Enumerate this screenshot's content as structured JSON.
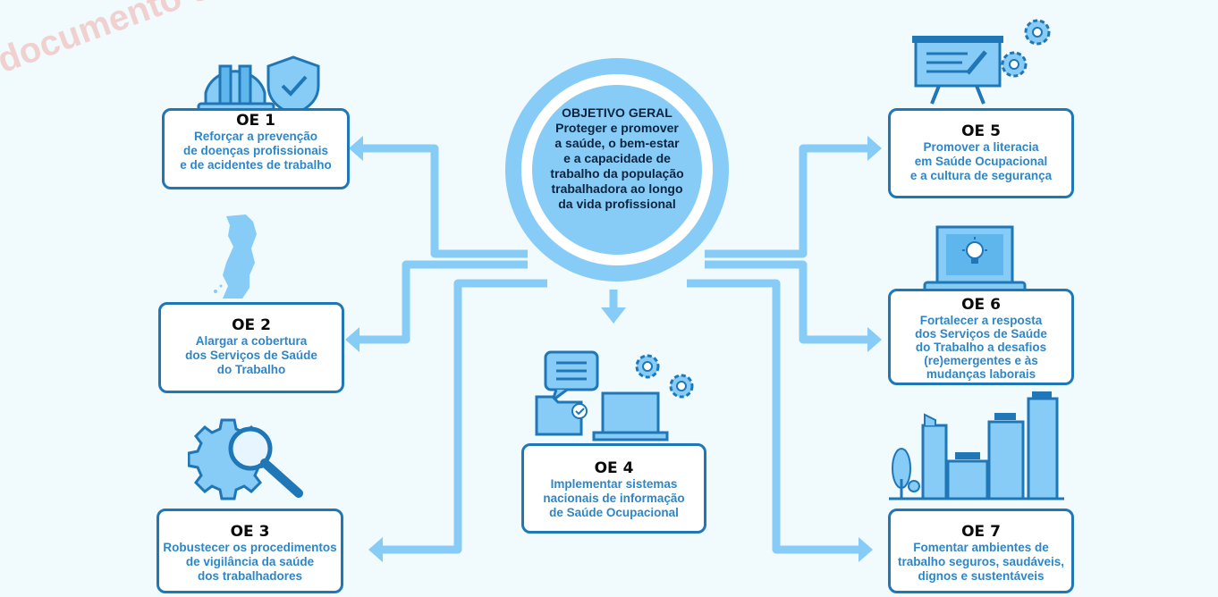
{
  "watermark": "e documento corresp",
  "center": {
    "title": "OBJETIVO GERAL",
    "body": "Proteger e promover\na saúde, o bem-estar\ne a capacidade de\ntrabalho da população\ntrabalhadora ao longo\nda vida profissional"
  },
  "objectives": [
    {
      "code": "OE 1",
      "text": "Reforçar a prevenção\nde doenças profissionais\ne de acidentes de trabalho",
      "icon": "helmet-shield-icon"
    },
    {
      "code": "OE 2",
      "text": "Alargar a cobertura\ndos Serviços de Saúde\ndo Trabalho",
      "icon": "portugal-map-icon"
    },
    {
      "code": "OE 3",
      "text": "Robustecer os procedimentos\nde vigilância da saúde\ndos trabalhadores",
      "icon": "gear-magnifier-icon"
    },
    {
      "code": "OE 4",
      "text": "Implementar sistemas\nnacionais de informação\nde Saúde Ocupacional",
      "icon": "laptop-folder-chat-icon"
    },
    {
      "code": "OE 5",
      "text": "Promover a literacia\nem Saúde Ocupacional\ne a cultura de segurança",
      "icon": "presentation-board-icon"
    },
    {
      "code": "OE 6",
      "text": "Fortalecer a resposta\ndos Serviços de Saúde\ndo Trabalho a desafios\n(re)emergentes e às\nmudanças laborais",
      "icon": "laptop-lightbulb-icon"
    },
    {
      "code": "OE 7",
      "text": "Fomentar ambientes de\ntrabalho seguros, saudáveis,\ndignos e sustentáveis",
      "icon": "city-buildings-icon"
    }
  ],
  "colors": {
    "background": "#f1fafc",
    "connector": "#86ccf6",
    "ring": "#86ccf6",
    "border": "#1f77b7",
    "accent": "#2f86c4",
    "title": "#0c2440"
  }
}
